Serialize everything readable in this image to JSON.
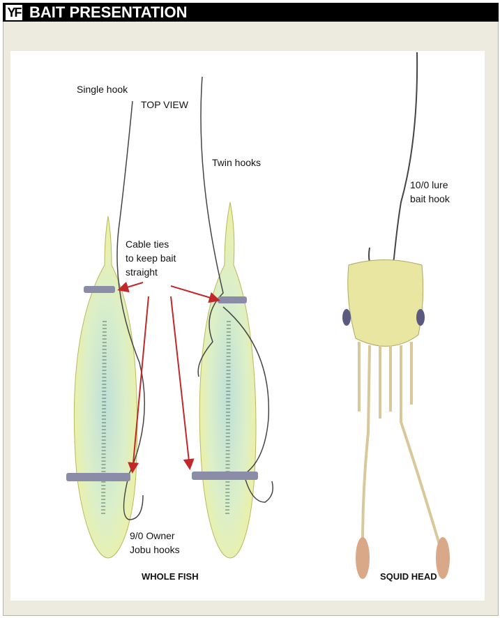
{
  "header": {
    "logo": "YF",
    "title": "BAIT PRESENTATION"
  },
  "labels": {
    "single_hook": "Single hook",
    "top_view": "TOP VIEW",
    "twin_hooks": "Twin hooks",
    "cable_ties": [
      "Cable ties",
      "to keep bait",
      "straight"
    ],
    "owner_hooks": [
      "9/0 Owner",
      "Jobu hooks"
    ],
    "lure_hook": [
      "10/0  lure",
      "bait hook"
    ],
    "whole_fish": "WHOLE FISH",
    "squid_head": "SQUID HEAD"
  },
  "colors": {
    "arrow": "#c0282a",
    "fish": "#eef0a8",
    "tie": "#8a8ca8",
    "line": "#444"
  }
}
